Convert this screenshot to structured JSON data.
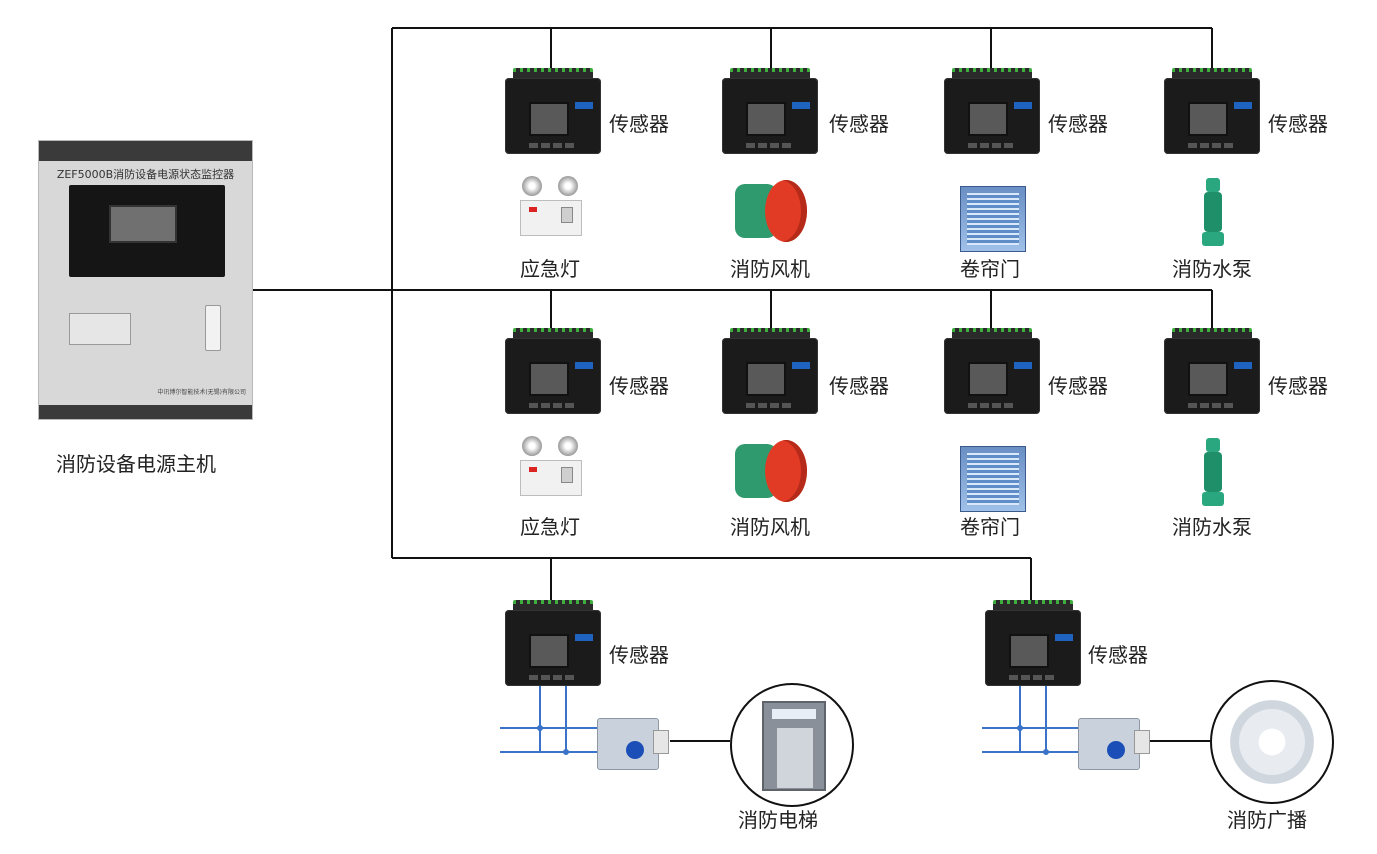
{
  "host": {
    "label": "消防设备电源主机",
    "panel_title": "ZEF5000B消防设备电源状态监控器",
    "manufacturer": "中讯博尔智能技术(无锡)有限公司"
  },
  "rows": [
    {
      "sensor_label": "传感器",
      "devices": [
        {
          "label": "应急灯",
          "icon": "emergency-light-icon"
        },
        {
          "label": "消防风机",
          "icon": "fire-fan-icon"
        },
        {
          "label": "卷帘门",
          "icon": "rolling-door-icon"
        },
        {
          "label": "消防水泵",
          "icon": "fire-pump-icon"
        }
      ]
    },
    {
      "sensor_label": "传感器",
      "devices": [
        {
          "label": "应急灯",
          "icon": "emergency-light-icon"
        },
        {
          "label": "消防风机",
          "icon": "fire-fan-icon"
        },
        {
          "label": "卷帘门",
          "icon": "rolling-door-icon"
        },
        {
          "label": "消防水泵",
          "icon": "fire-pump-icon"
        }
      ]
    }
  ],
  "bottom": [
    {
      "sensor_label": "传感器",
      "device_label": "消防电梯",
      "icon": "elevator-icon"
    },
    {
      "sensor_label": "传感器",
      "device_label": "消防广播",
      "icon": "speaker-icon"
    }
  ],
  "colors": {
    "wire": "#111111",
    "bus": "#3a73c8"
  }
}
